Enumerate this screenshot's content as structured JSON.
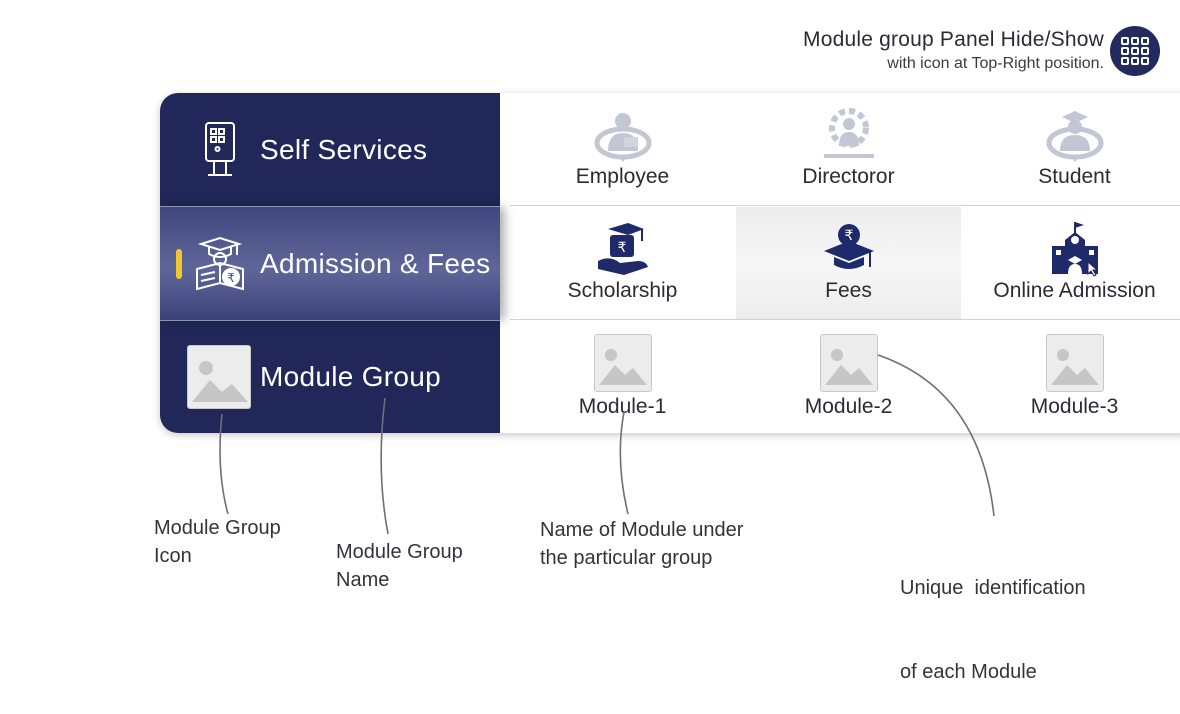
{
  "top_note": {
    "line1": "Module group Panel Hide/Show",
    "line2": "with icon at Top-Right position.",
    "toggle_icon": "grid-icon"
  },
  "colors": {
    "sidebar": "#212758",
    "active_sidebar": "#4a5288",
    "accent": "#f2c533",
    "module_icon": "#1f2a6b"
  },
  "groups": [
    {
      "name": "Self Services",
      "icon": "kiosk-icon",
      "active": false,
      "modules": [
        {
          "name": "Employee",
          "icon": "employee-icon"
        },
        {
          "name": "Directoror",
          "icon": "director-icon"
        },
        {
          "name": "Student",
          "icon": "student-icon"
        }
      ]
    },
    {
      "name": "Admission & Fees",
      "icon": "graduate-reading-icon",
      "active": true,
      "modules": [
        {
          "name": "Scholarship",
          "icon": "scholarship-icon"
        },
        {
          "name": "Fees",
          "icon": "fees-icon",
          "selected": true
        },
        {
          "name": "Online Admission",
          "icon": "online-admission-icon"
        }
      ]
    },
    {
      "name": "Module Group",
      "icon": "image-placeholder-icon",
      "active": false,
      "modules": [
        {
          "name": "Module-1",
          "icon": "image-placeholder-icon"
        },
        {
          "name": "Module-2",
          "icon": "image-placeholder-icon"
        },
        {
          "name": "Module-3",
          "icon": "image-placeholder-icon"
        }
      ]
    }
  ],
  "annotations": {
    "group_icon_1": "Module Group",
    "group_icon_2": "Icon",
    "group_name_1": "Module Group",
    "group_name_2": "Name",
    "module_name_1": "Name of Module under",
    "module_name_2": "the particular group",
    "module_id_1": "Unique  identification",
    "module_id_2": "of each Module"
  }
}
